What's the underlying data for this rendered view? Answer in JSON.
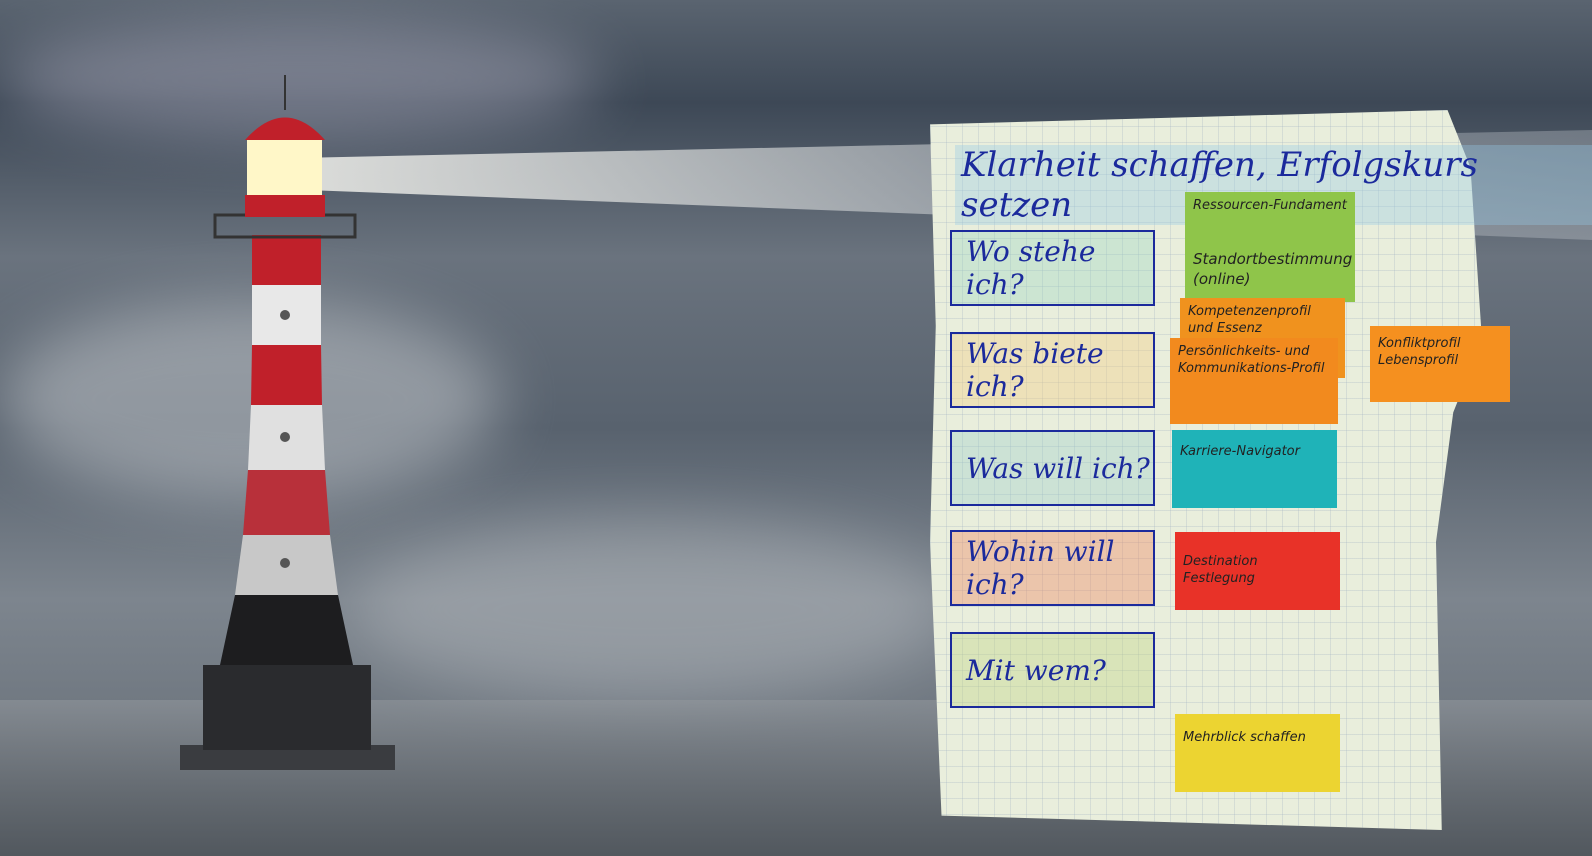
{
  "board": {
    "title": "Klarheit schaffen, Erfolgskurs setzen",
    "questions": [
      "Wo stehe ich?",
      "Was biete ich?",
      "Was will ich?",
      "Wohin will ich?",
      "Mit wem?"
    ],
    "notes": {
      "ressourcen": "Ressourcen-Fundament",
      "standort": "Standortbestimmung (online)",
      "kompetenz": "Kompetenzenprofil und Essenz",
      "persoenlich": "Persönlichkeits- und Kommunikations-Profil",
      "konflikt": "Konfliktprofil Lebensprofil",
      "karriere": "Karriere-Navigator",
      "destination": "Destination Festlegung",
      "mehrblick": "Mehrblick schaffen"
    }
  }
}
